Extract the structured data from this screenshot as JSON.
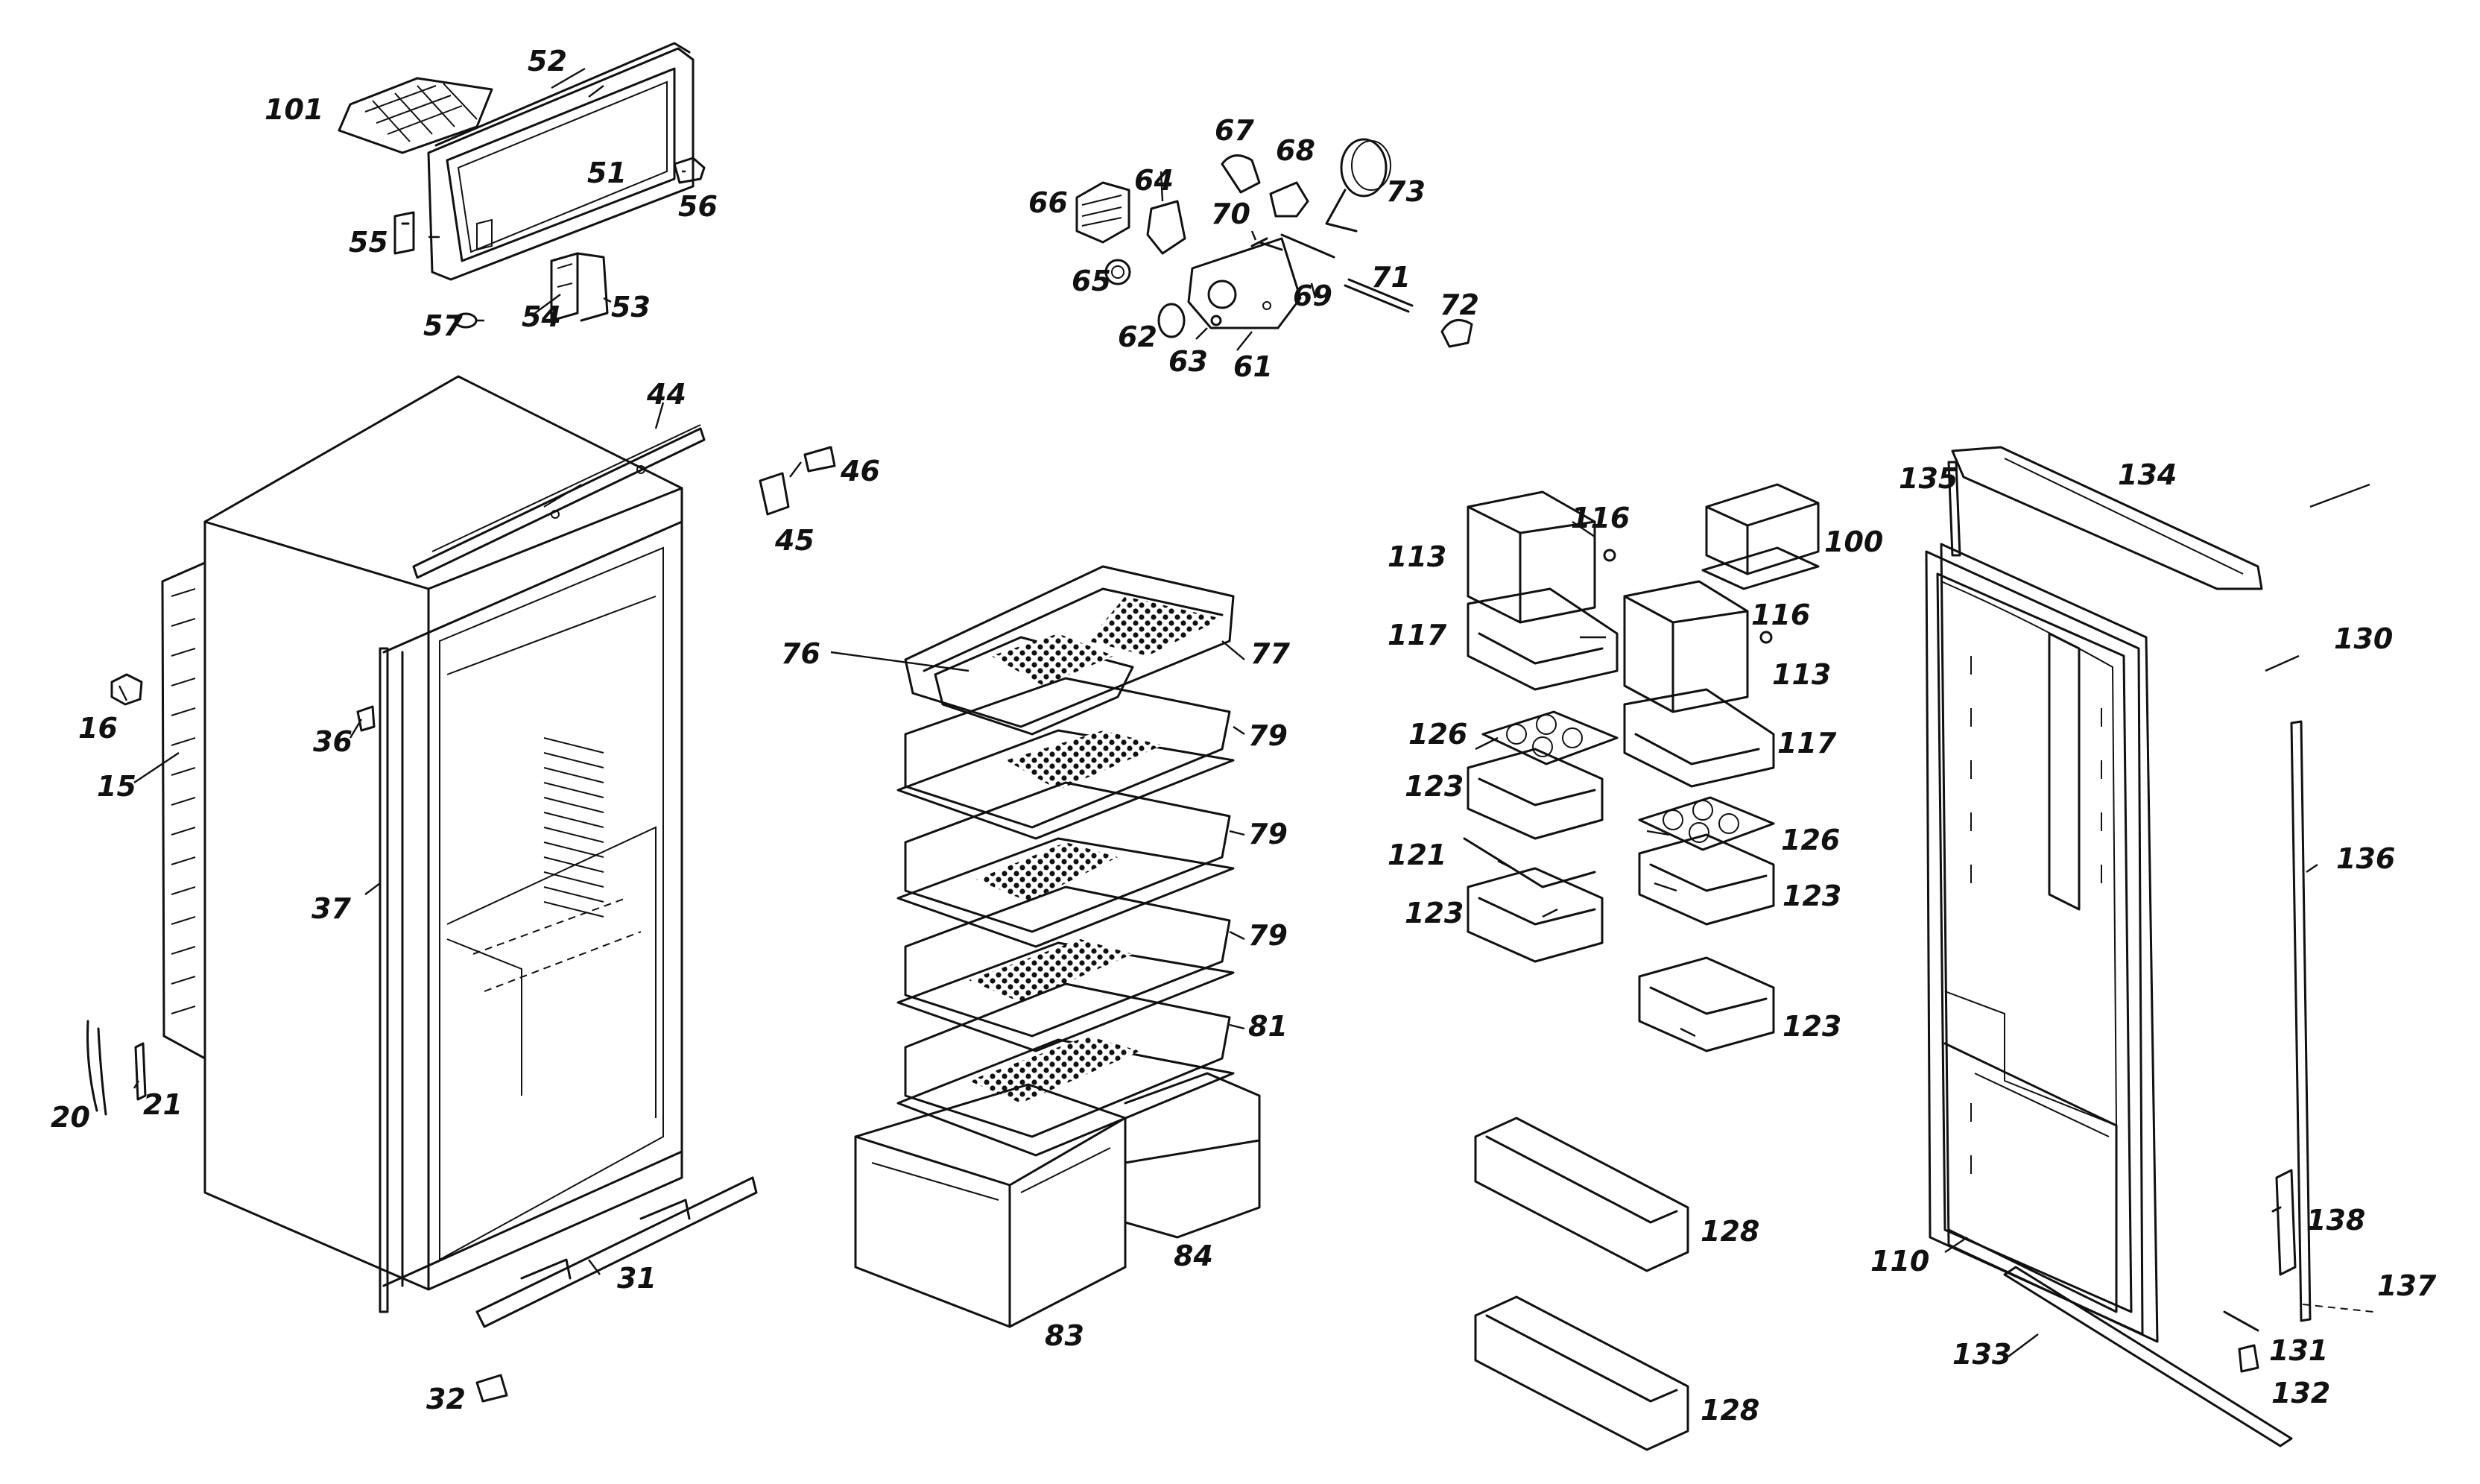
{
  "diagram": {
    "part_labels": [
      {
        "id": "p101",
        "text": "101"
      },
      {
        "id": "p52",
        "text": "52"
      },
      {
        "id": "p51",
        "text": "51"
      },
      {
        "id": "p56",
        "text": "56"
      },
      {
        "id": "p55",
        "text": "55"
      },
      {
        "id": "p57",
        "text": "57"
      },
      {
        "id": "p54",
        "text": "54"
      },
      {
        "id": "p53",
        "text": "53"
      },
      {
        "id": "p66",
        "text": "66"
      },
      {
        "id": "p64",
        "text": "64"
      },
      {
        "id": "p67",
        "text": "67"
      },
      {
        "id": "p68",
        "text": "68"
      },
      {
        "id": "p73",
        "text": "73"
      },
      {
        "id": "p70",
        "text": "70"
      },
      {
        "id": "p65",
        "text": "65"
      },
      {
        "id": "p69",
        "text": "69"
      },
      {
        "id": "p71",
        "text": "71"
      },
      {
        "id": "p72",
        "text": "72"
      },
      {
        "id": "p62",
        "text": "62"
      },
      {
        "id": "p63",
        "text": "63"
      },
      {
        "id": "p61",
        "text": "61"
      },
      {
        "id": "p44",
        "text": "44"
      },
      {
        "id": "p46",
        "text": "46"
      },
      {
        "id": "p45",
        "text": "45"
      },
      {
        "id": "p16",
        "text": "16"
      },
      {
        "id": "p15",
        "text": "15"
      },
      {
        "id": "p36",
        "text": "36"
      },
      {
        "id": "p37",
        "text": "37"
      },
      {
        "id": "p20",
        "text": "20"
      },
      {
        "id": "p21",
        "text": "21"
      },
      {
        "id": "p31",
        "text": "31"
      },
      {
        "id": "p32",
        "text": "32"
      },
      {
        "id": "p76",
        "text": "76"
      },
      {
        "id": "p77",
        "text": "77"
      },
      {
        "id": "p79a",
        "text": "79"
      },
      {
        "id": "p79b",
        "text": "79"
      },
      {
        "id": "p79c",
        "text": "79"
      },
      {
        "id": "p81",
        "text": "81"
      },
      {
        "id": "p83",
        "text": "83"
      },
      {
        "id": "p84",
        "text": "84"
      },
      {
        "id": "p113a",
        "text": "113"
      },
      {
        "id": "p116a",
        "text": "116"
      },
      {
        "id": "p100",
        "text": "100"
      },
      {
        "id": "p117a",
        "text": "117"
      },
      {
        "id": "p116b",
        "text": "116"
      },
      {
        "id": "p113b",
        "text": "113"
      },
      {
        "id": "p117b",
        "text": "117"
      },
      {
        "id": "p126a",
        "text": "126"
      },
      {
        "id": "p123a",
        "text": "123"
      },
      {
        "id": "p126b",
        "text": "126"
      },
      {
        "id": "p121",
        "text": "121"
      },
      {
        "id": "p123b",
        "text": "123"
      },
      {
        "id": "p123c",
        "text": "123"
      },
      {
        "id": "p123d",
        "text": "123"
      },
      {
        "id": "p128a",
        "text": "128"
      },
      {
        "id": "p128b",
        "text": "128"
      },
      {
        "id": "p135",
        "text": "135"
      },
      {
        "id": "p134",
        "text": "134"
      },
      {
        "id": "p130",
        "text": "130"
      },
      {
        "id": "p136",
        "text": "136"
      },
      {
        "id": "p138",
        "text": "138"
      },
      {
        "id": "p137",
        "text": "137"
      },
      {
        "id": "p110",
        "text": "110"
      },
      {
        "id": "p133",
        "text": "133"
      },
      {
        "id": "p131",
        "text": "131"
      },
      {
        "id": "p132",
        "text": "132"
      }
    ]
  }
}
